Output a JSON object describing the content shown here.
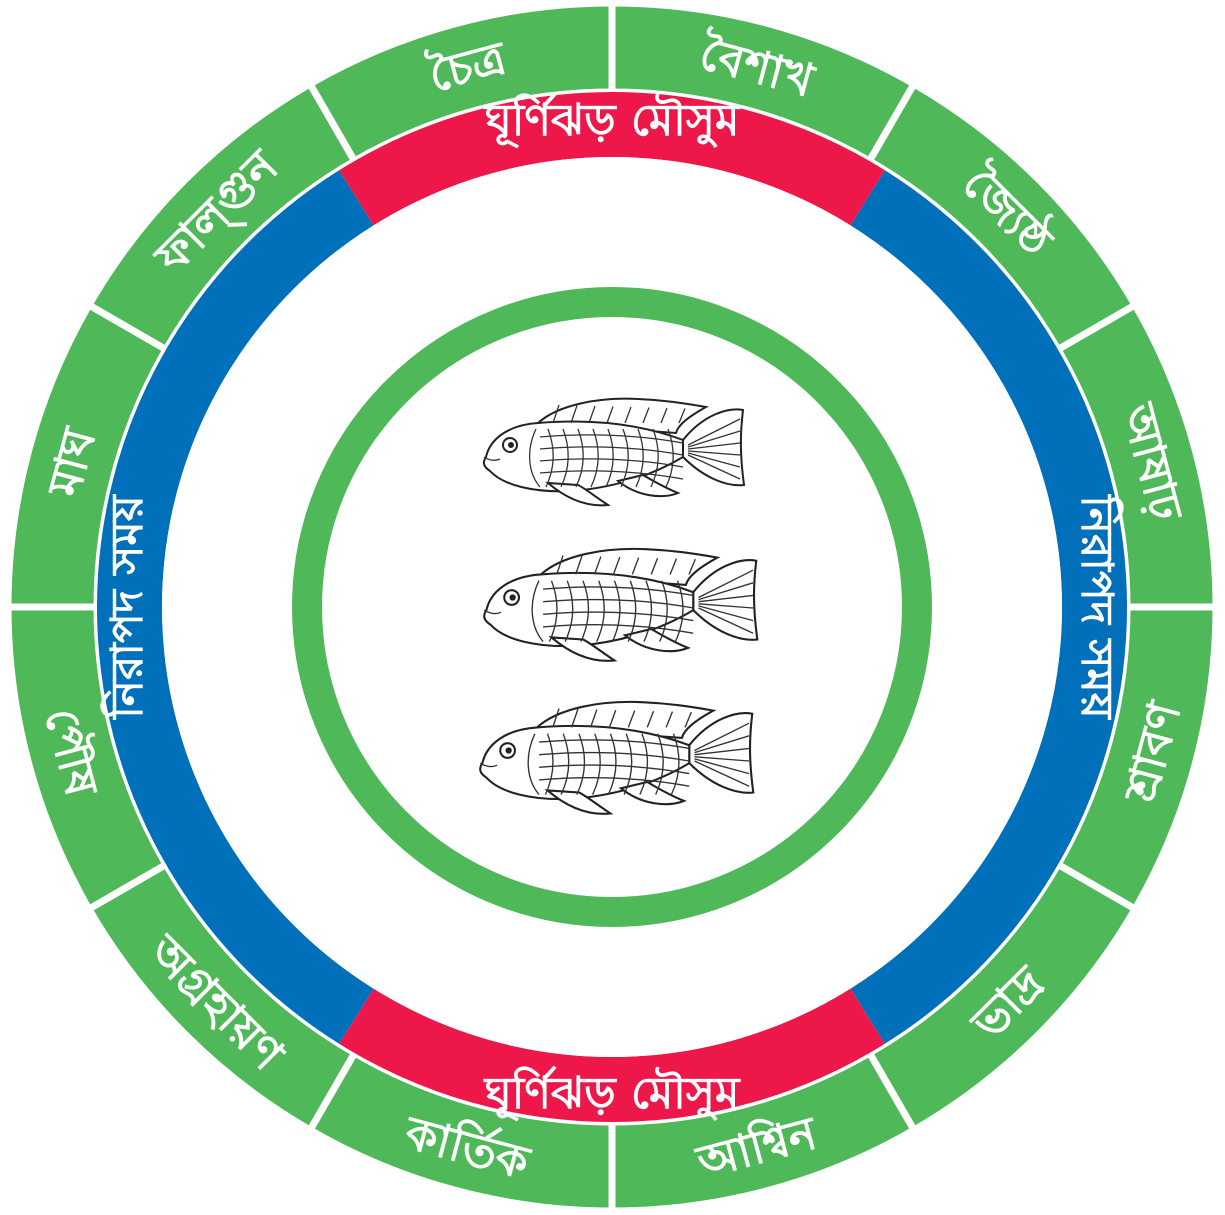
{
  "colors": {
    "month_ring": "#4fb859",
    "cyclone": "#ed1849",
    "safe": "#0070bb",
    "inner_ring": "#4fb859",
    "background": "#ffffff"
  },
  "months": [
    {
      "name": "বৈশাখ"
    },
    {
      "name": "জ্যৈষ্ঠ"
    },
    {
      "name": "আষাঢ়"
    },
    {
      "name": "শ্রাবণ"
    },
    {
      "name": "ভাদ্র"
    },
    {
      "name": "আশ্বিন"
    },
    {
      "name": "কার্তিক"
    },
    {
      "name": "অগ্রহায়ণ"
    },
    {
      "name": "পৌষ"
    },
    {
      "name": "মাঘ"
    },
    {
      "name": "ফাল্গুন"
    },
    {
      "name": "চৈত্র"
    }
  ],
  "seasons": {
    "cyclone_top": "ঘূর্ণিঝড় মৌসুম",
    "cyclone_bottom": "ঘূর্ণিঝড় মৌসুম",
    "safe_right": "নিরাপদ সময়",
    "safe_left": "নিরাপদ সময়"
  },
  "center": {
    "illustration": "three-fish-icon"
  }
}
